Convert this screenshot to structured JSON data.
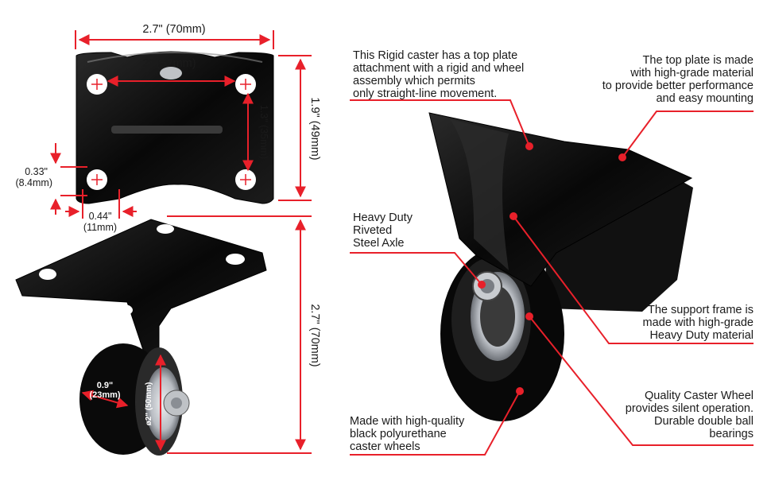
{
  "colors": {
    "accent": "#e8202a",
    "metal": "#0d0d0d",
    "text": "#1a1a1a",
    "wheel_hub": "#c9ccd0"
  },
  "dimensions": {
    "plate_width": "2.7\" (70mm)",
    "hole_spacing_width": "2\" (52mm)",
    "hole_spacing_height": "1.3\" (35mm)",
    "plate_height": "1.9\" (49mm)",
    "hole_offset_y_in": "0.33\"",
    "hole_offset_y_mm": "(8.4mm)",
    "hole_offset_x_in": "0.44\"",
    "hole_offset_x_mm": "(11mm)",
    "overall_height": "2.7\" (70mm)",
    "wheel_width_in": "0.9\"",
    "wheel_width_mm": "(23mm)",
    "wheel_diameter": "ø2\" (50mm)"
  },
  "callouts": {
    "rigid_caster": [
      "This Rigid caster has a top plate",
      "attachment with a rigid and wheel",
      "assembly which permits",
      "only straight-line movement."
    ],
    "top_plate": [
      "The top plate is made",
      "with high-grade material",
      "to provide better performance",
      "and easy mounting"
    ],
    "axle": [
      "Heavy Duty",
      "Riveted",
      "Steel Axle"
    ],
    "support_frame": [
      "The support frame is",
      "made with high-grade",
      "Heavy Duty material"
    ],
    "caster_wheel": [
      "Quality Caster Wheel",
      "provides silent operation.",
      "Durable double ball",
      "bearings"
    ],
    "polyurethane": [
      "Made with high-quality",
      "black polyurethane",
      "caster wheels"
    ]
  }
}
